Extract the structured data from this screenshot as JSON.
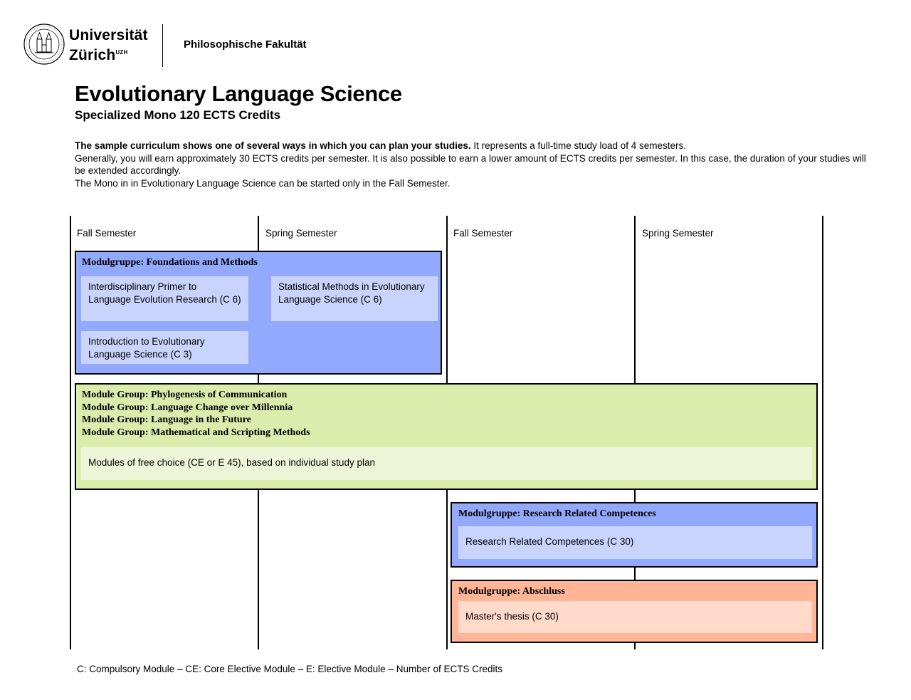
{
  "header": {
    "university_line1": "Universität",
    "university_line2": "Zürich",
    "university_sup": "UZH",
    "faculty": "Philosophische Fakultät"
  },
  "title": "Evolutionary Language Science",
  "subtitle": "Specialized Mono 120 ECTS Credits",
  "intro": {
    "lead_bold": "The sample curriculum shows one of several ways in which you can plan your studies.",
    "lead_rest": " It represents a full-time study load of 4 semesters.",
    "line2": "Generally, you will earn approximately 30 ECTS credits per semester. It is also possible to earn a lower amount of ECTS credits per semester. In this case, the duration of your studies will be extended accordingly.",
    "line3": "The Mono in in Evolutionary Language Science can be started only in the Fall Semester."
  },
  "semesters": [
    "Fall Semester",
    "Spring Semester",
    "Fall Semester",
    "Spring Semester"
  ],
  "groups": {
    "foundations": {
      "title": "Modulgruppe: Foundations and Methods",
      "modules": [
        "Interdisciplinary Primer to Language Evolution Research (C 6)",
        "Statistical Methods in Evolutionary Language Science (C 6)",
        "Introduction to Evolutionary Language Science (C 3)"
      ]
    },
    "electives": {
      "titles": [
        "Module Group: Phylogenesis of Communication",
        "Module Group: Language Change over Millennia",
        "Module Group: Language in the Future",
        "Module Group: Mathematical and Scripting Methods"
      ],
      "module": "Modules of free choice (CE or E 45), based on individual study plan"
    },
    "research": {
      "title": "Modulgruppe: Research Related Competences",
      "module": "Research Related Competences (C 30)"
    },
    "thesis": {
      "title": "Modulgruppe: Abschluss",
      "module": "Master's thesis  (C 30)"
    }
  },
  "footnote": "C: Compulsory Module – CE: Core Elective Module – E: Elective Module – Number of ECTS Credits",
  "colors": {
    "blue": "#93a9fd",
    "blue_light": "#c9d4fd",
    "green": "#dbecad",
    "green_light": "#edf5d8",
    "orange": "#ffb596",
    "orange_light": "#ffd9c9"
  }
}
